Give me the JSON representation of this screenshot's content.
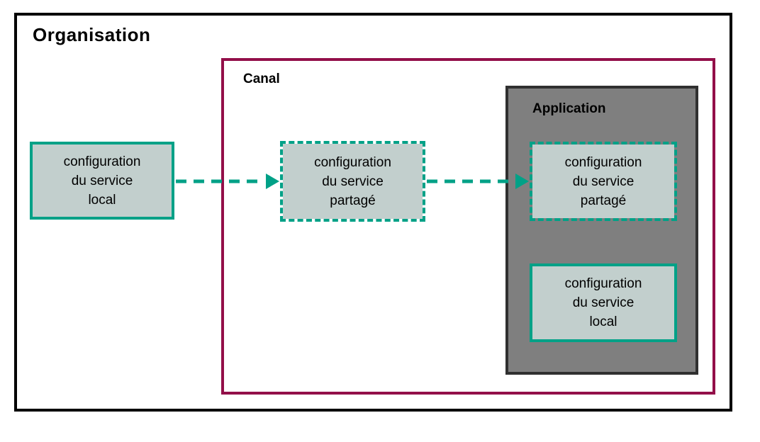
{
  "organisation": {
    "label": "Organisation"
  },
  "canal": {
    "label": "Canal"
  },
  "application": {
    "label": "Application"
  },
  "nodes": {
    "org_local": {
      "line1": "configuration",
      "line2": "du service",
      "line3": "local",
      "border": "solid"
    },
    "canal_shared": {
      "line1": "configuration",
      "line2": "du service",
      "line3": "partagé",
      "border": "dashed"
    },
    "app_shared": {
      "line1": "configuration",
      "line2": "du service",
      "line3": "partagé",
      "border": "dashed"
    },
    "app_local": {
      "line1": "configuration",
      "line2": "du service",
      "line3": "local",
      "border": "solid"
    }
  },
  "arrows": [
    {
      "name": "org-local-to-canal-shared",
      "direction": "right"
    },
    {
      "name": "canal-shared-to-app-shared",
      "direction": "right"
    }
  ],
  "colors": {
    "teal": "#00A187",
    "node-fill": "#C2CFCD",
    "maroon": "#930F49",
    "app-fill": "#7F7F7F",
    "app-border": "#303030",
    "org-border": "#000000",
    "text": "#000000"
  }
}
